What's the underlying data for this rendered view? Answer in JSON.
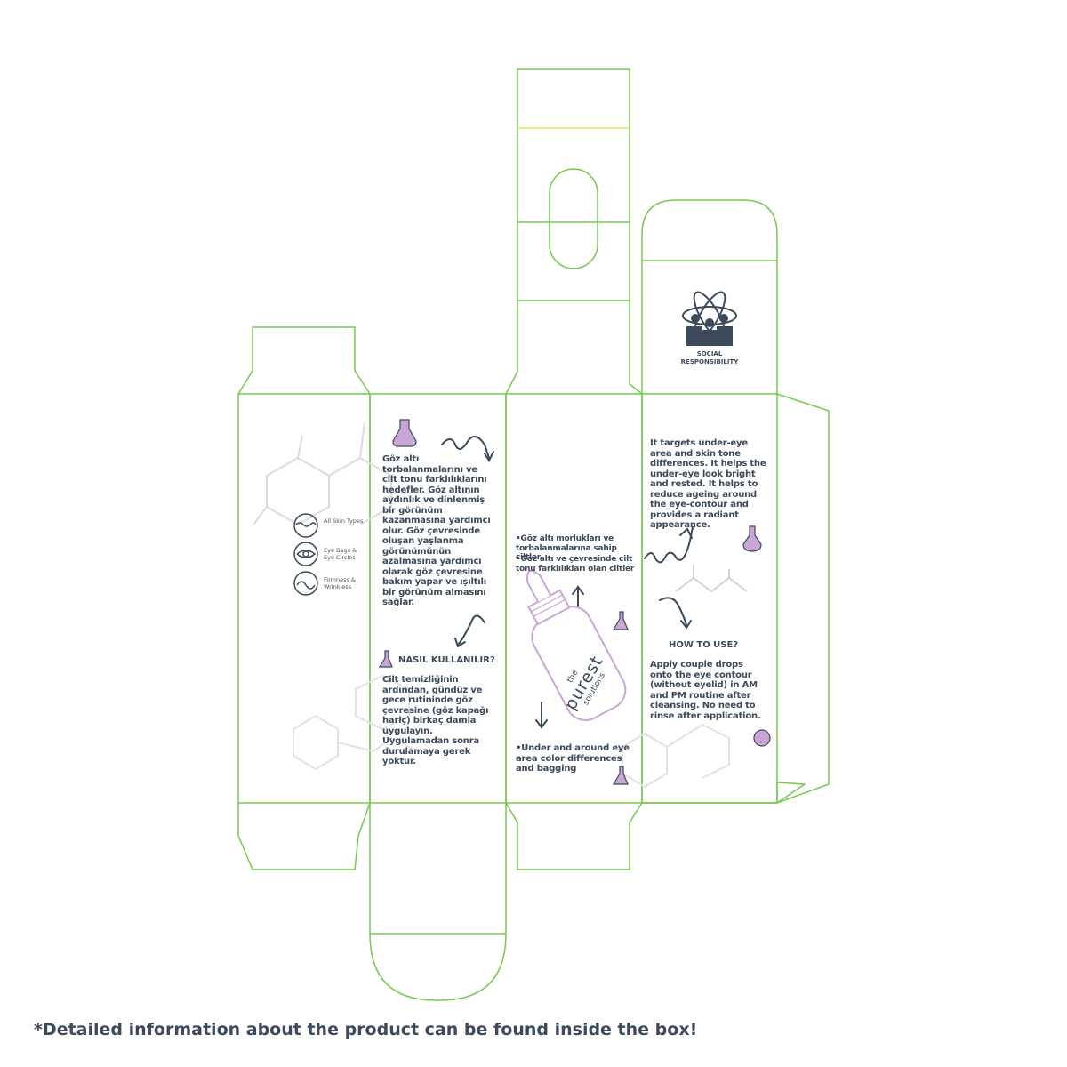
{
  "colors": {
    "dieline": "#78c850",
    "text": "#3d4a5c",
    "accent_purple": "#c9a6d6",
    "fold_yellow": "#f2e05a",
    "watermark": "#d8d8d8"
  },
  "left_side_panel": {
    "icons": [
      {
        "icon": "skin-types-icon",
        "label": "All Skin Types"
      },
      {
        "icon": "eye-icon",
        "label": "Eye Bags & Eye Circles"
      },
      {
        "icon": "wave-icon",
        "label": "Firmness & Wrinkless"
      }
    ]
  },
  "turkish_panel": {
    "description": "Göz altı torbalanmalarını ve cilt tonu farklılıklarını hedefler. Göz altının aydınlık ve dinlenmiş bir görünüm kazanmasına yardımcı olur. Göz çevresinde oluşan yaşlanma görünümünün azalmasına yardımcı olarak göz çevresine bakım yapar ve ışıltılı bir görünüm almasını sağlar.",
    "howto_heading": "NASIL KULLANILIR?",
    "howto_text": "Cilt temizliğinin ardından, gündüz ve gece rutininde göz çevresine (göz kapağı hariç) birkaç damla uygulayın. Uygulamadan sonra durulamaya gerek yoktur."
  },
  "front_panel": {
    "skin_types_tr_1": "•Göz altı morlukları ve torbalanmalarına sahip ciltler",
    "skin_types_tr_2": "•Göz altı ve çevresinde cilt tonu farklılıkları olan ciltler",
    "brand_the": "the",
    "brand_purest": "purest",
    "brand_solutions": "solutions",
    "skin_types_en": "•Under and around eye area color differences and bagging"
  },
  "english_panel": {
    "description": "It targets under-eye area and skin tone differences. It helps the under-eye look bright and rested. It helps to reduce ageing around the eye-contour and provides a radiant appearance.",
    "howto_heading": "HOW TO USE?",
    "howto_text": "Apply couple drops onto the eye contour (without eyelid) in AM and PM routine after cleansing. No need to rinse after application."
  },
  "top_flap": {
    "label": "SOCIAL RESPONSIBILITY"
  },
  "footer": {
    "note": "*Detailed information about the product can be found inside the box!"
  }
}
